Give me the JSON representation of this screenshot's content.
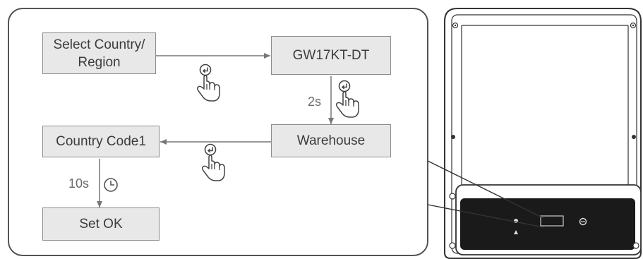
{
  "steps": {
    "select_country": "Select Country/\nRegion",
    "model": "GW17KT-DT",
    "warehouse": "Warehouse",
    "country_code": "Country Code1",
    "set_ok": "Set OK"
  },
  "timings": {
    "hold_long_press": "2s",
    "auto_wait": "10s"
  },
  "icons": [
    "press-enter-icon",
    "clock-icon"
  ],
  "colors": {
    "box_fill": "#e8e8e8",
    "box_border": "#8c8c8c",
    "line": "#777777",
    "inverter_panel": "#1a1a1a"
  }
}
